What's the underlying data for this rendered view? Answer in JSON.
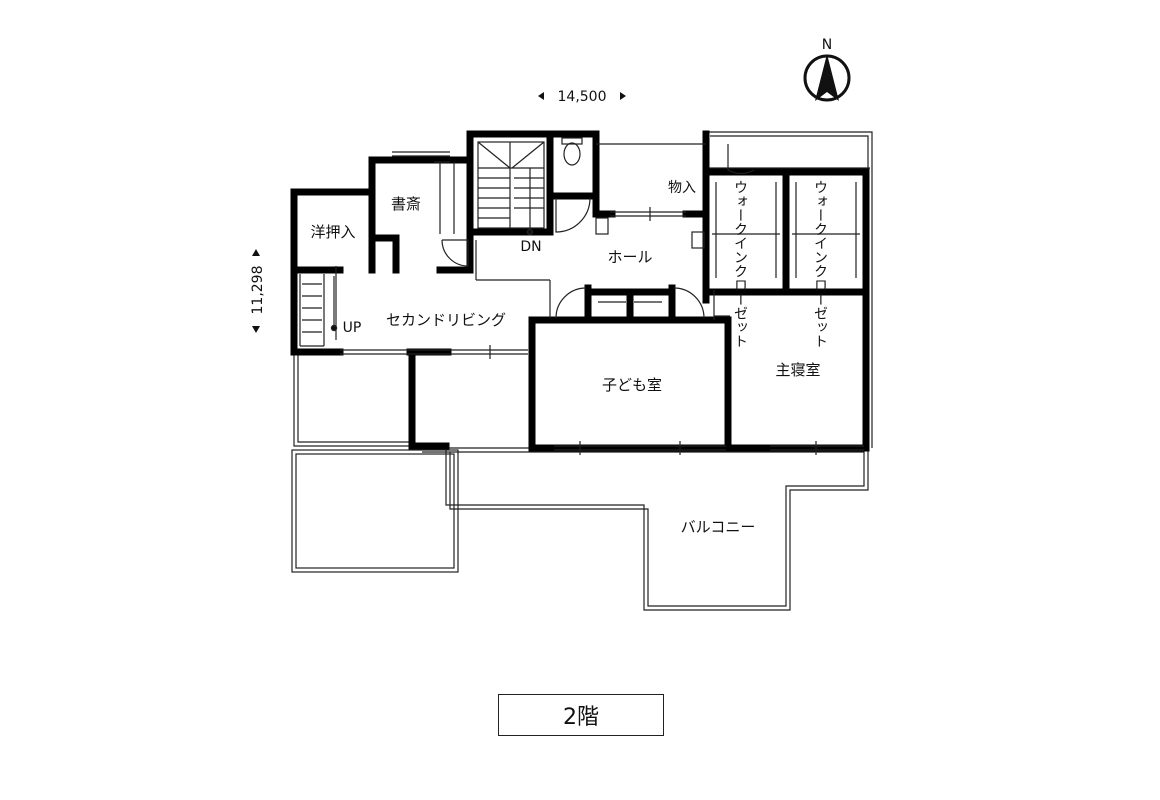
{
  "compass_label": "N",
  "dimensions": {
    "width": "14,500",
    "depth": "11,298"
  },
  "rooms": {
    "study": "書斎",
    "closet_western": "洋押入",
    "hall": "ホール",
    "storage": "物入",
    "walk_in_closet_1": "ウォークインクローゼット",
    "walk_in_closet_2": "ウォークインクローゼット",
    "second_living": "セカンドリビング",
    "kids_room": "子ども室",
    "master_bedroom": "主寝室",
    "balcony": "バルコニー"
  },
  "stairs": {
    "down_label": "DN",
    "up_label": "UP"
  },
  "floor_label": "2階"
}
